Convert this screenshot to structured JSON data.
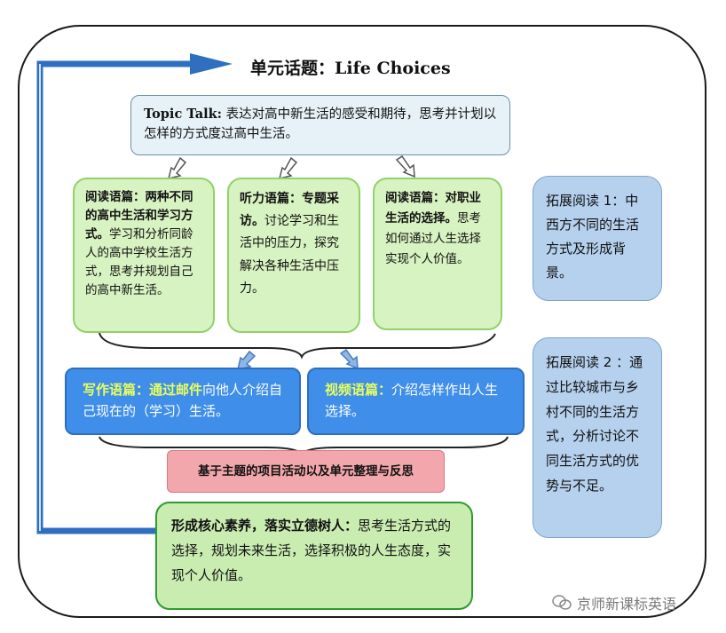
{
  "title": "单元话题：Life Choices",
  "topic": {
    "label": "Topic Talk:",
    "text": "表达对高中新生活的感受和期待，思考并计划以怎样的方式度过高中生活。"
  },
  "green_boxes": [
    {
      "head": "阅读语篇：两种不同的高中生活和学习方式。",
      "body": "学习和分析同龄人的高中学校生活方式，思考并规划自己的高中新生活。"
    },
    {
      "head": "听力语篇：专题采访。",
      "body": "讨论学习和生活中的压力，探究解决各种生活中压力。"
    },
    {
      "head": "阅读语篇：对职业生活的选择。",
      "body": "思考如何通过人生选择实现个人价值。"
    }
  ],
  "side_boxes": [
    {
      "text": "拓展阅读 1：中西方不同的生活方式及形成背景。"
    },
    {
      "text": "拓展阅读 2 ：通过比较城市与乡村不同的生活方式，分析讨论不同生活方式的优势与不足。"
    }
  ],
  "blue_boxes": [
    {
      "head": "写作语篇：通过邮件",
      "body": "向他人介绍自己现在的（学习）生活。"
    },
    {
      "head": "视频语篇：",
      "body": "介绍怎样作出人生选择。"
    }
  ],
  "activity": "基于主题的项目活动以及单元整理与反思",
  "core": {
    "head": "形成核心素养，落实立德树人：",
    "body": "思考生活方式的选择，规划未来生活，选择积极的人生态度，实现个人价值。"
  },
  "watermark": "京师新课标英语",
  "colors": {
    "frame": "#1a1a1a",
    "green": "#d8f3c2",
    "side_blue": "#b5d1ee",
    "main_blue": "#3f8ee9",
    "pink": "#f1a7ab",
    "arrow": "#2f6fc0"
  }
}
